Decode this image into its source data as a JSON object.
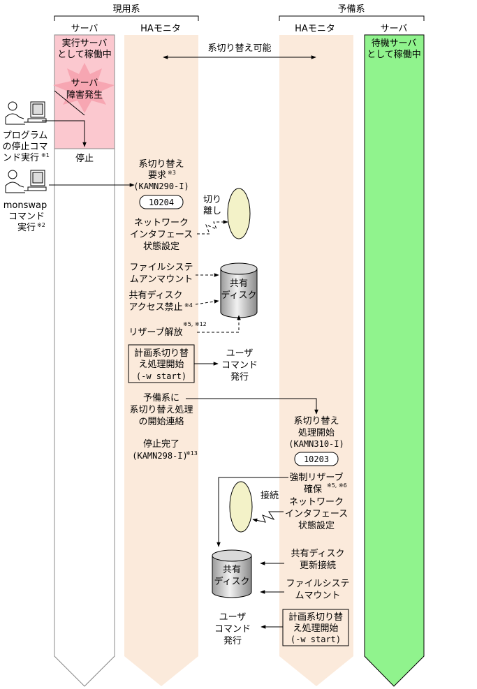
{
  "groups": {
    "active": "現用系",
    "standby": "予備系"
  },
  "columns": {
    "server_left": "サーバ",
    "ha_left": "HAモニタ",
    "ha_right": "HAモニタ",
    "server_right": "サーバ"
  },
  "status": {
    "running_1": "実行サーバ",
    "running_2": "として稼働中",
    "fault_1": "サーバ",
    "fault_2": "障害発生",
    "stopped": "停止",
    "standby_1": "待機サーバ",
    "standby_2": "として稼働中"
  },
  "switch_possible": "系切り替え可能",
  "actors": {
    "program_stop": [
      "プログラム",
      "の停止コマ",
      "ンド実行"
    ],
    "program_stop_note": "※1",
    "monswap": [
      "monswap",
      "コマンド",
      "実行"
    ],
    "monswap_note": "※2"
  },
  "active_steps": {
    "switch_request_1": "系切り替え",
    "switch_request_2": "要求",
    "switch_request_note": "※3",
    "switch_request_code": "(KAMN290-I)",
    "switch_request_pill": "10204",
    "detach_1": "切り",
    "detach_2": "離し",
    "net_1": "ネットワーク",
    "net_2": "インタフェース",
    "net_3": "状態設定",
    "fs_1": "ファイルシステ",
    "fs_2": "ムアンマウント",
    "disk_1": "共有ディスク",
    "disk_2": "アクセス禁止",
    "disk_note": "※4",
    "reserve_release": "リザーブ解放",
    "reserve_note": "※5, ※12",
    "plan_1": "計画系切り替",
    "plan_2": "え処理開始",
    "plan_3": "(-w start)",
    "user_cmd_1": "ユーザ",
    "user_cmd_2": "コマンド",
    "user_cmd_3": "発行",
    "notify_1": "予備系に",
    "notify_2": "系切り替え処理",
    "notify_3": "の開始連絡",
    "stop_done_1": "停止完了",
    "stop_done_2": "(KAMN298-I)",
    "stop_done_note": "※13"
  },
  "disk_label": [
    "共有",
    "ディスク"
  ],
  "standby_steps": {
    "start_1": "系切り替え",
    "start_2": "処理開始",
    "start_code": "(KAMN310-I)",
    "start_pill": "10203",
    "force_1": "強制リザーブ",
    "force_2": "確保",
    "force_note": "※5, ※6",
    "connect": "接続",
    "net_1": "ネットワーク",
    "net_2": "インタフェース",
    "net_3": "状態設定",
    "disk_1": "共有ディスク",
    "disk_2": "更新接続",
    "fs_1": "ファイルシステ",
    "fs_2": "ムマウント",
    "plan_1": "計画系切り替",
    "plan_2": "え処理開始",
    "plan_3": "(-w start)",
    "user_cmd_1": "ユーザ",
    "user_cmd_2": "コマンド",
    "user_cmd_3": "発行"
  },
  "colors": {
    "ha_lane": "#fbeadb",
    "standby_lane": "#90f38d",
    "fault_fill": "#fbc8cf",
    "fault_burst": "#f7a6b2",
    "ellipse": "#f3f2c8",
    "lane_border": "#888888"
  }
}
